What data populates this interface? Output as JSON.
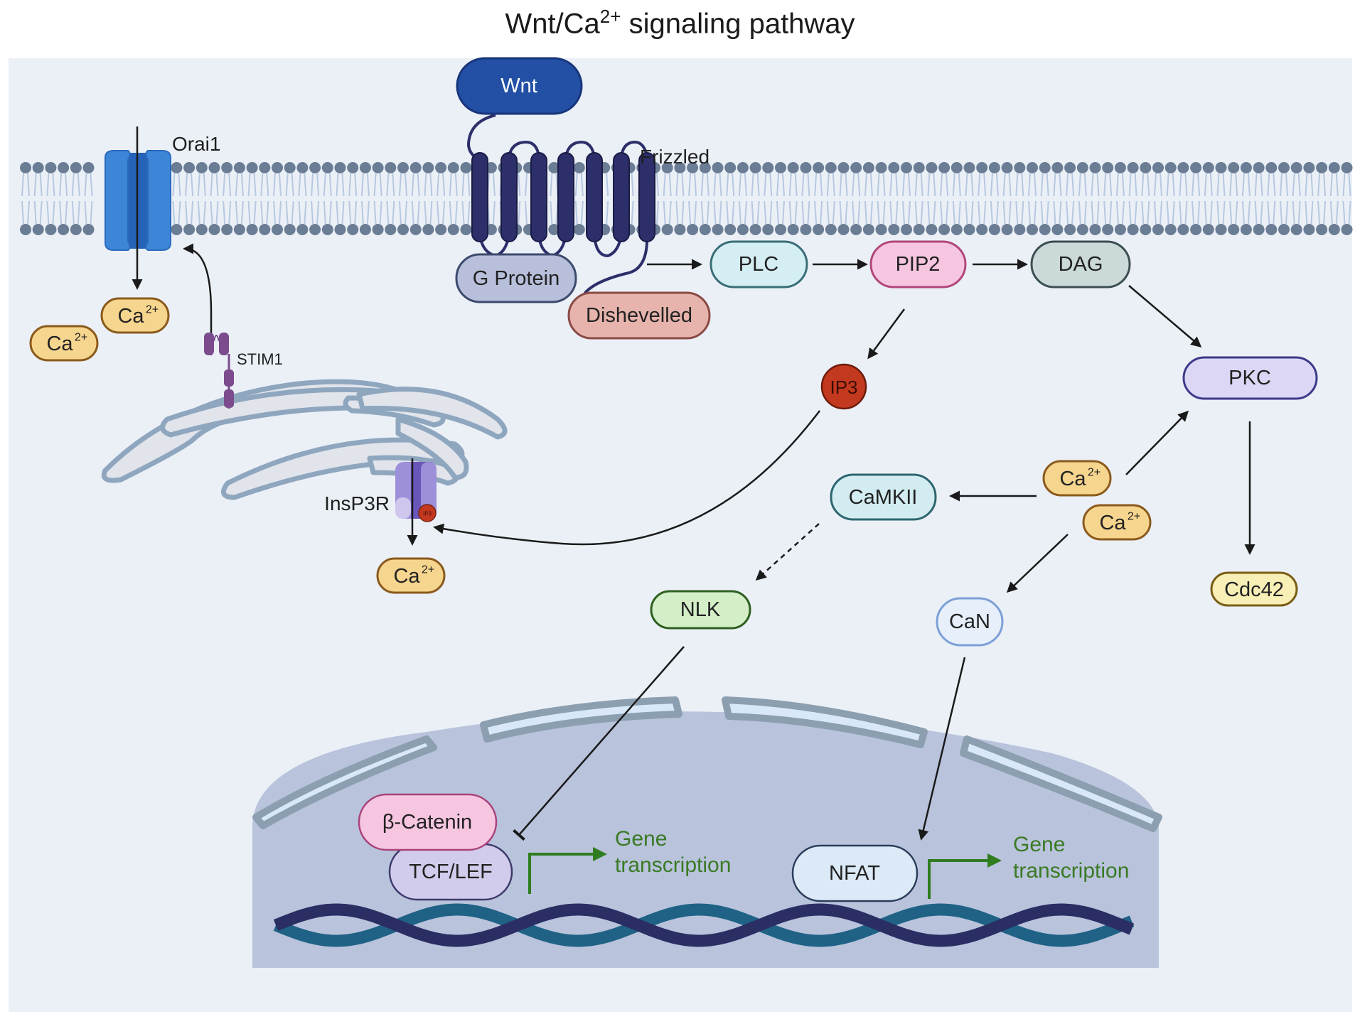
{
  "title": {
    "main": "Wnt/Ca",
    "sup": "2+",
    "rest": " signaling pathway"
  },
  "colors": {
    "background_panel": "#ebf0f7",
    "membrane_head": "#6b7d95",
    "membrane_tail": "#b7c8e0",
    "orai": "#3d85d6",
    "orai_dark": "#2563b8",
    "frizzled": "#2d2f6b",
    "wnt": "#2350a5",
    "stim1": "#7b4b8e",
    "er_fill": "#e1e4ea",
    "er_stroke": "#8fa6bf",
    "nucleus": "#b9c3dc",
    "envelope_fill": "#d8e8f8",
    "envelope_stroke": "#8c9fb0",
    "dna_a": "#2a2e63",
    "dna_b": "#1f6285",
    "gene_green": "#2f7d1f",
    "ip3": "#c3391f"
  },
  "labels": {
    "orai1": "Orai1",
    "frizzled": "Frizzled",
    "stim1": "STIM1",
    "insp3r": "InsP3R",
    "ip3_small": "IP3",
    "gene_line1": "Gene",
    "gene_line2": "transcription"
  },
  "nodes": {
    "wnt": "Wnt",
    "g_protein": "G Protein",
    "dishevelled": "Dishevelled",
    "plc": "PLC",
    "pip2": "PIP2",
    "dag": "DAG",
    "ip3": "IP3",
    "pkc": "PKC",
    "camkii": "CaMKII",
    "nlk": "NLK",
    "can": "CaN",
    "cdc42": "Cdc42",
    "beta_catenin": "β-Catenin",
    "tcf_lef": "TCF/LEF",
    "nfat": "NFAT",
    "ca": "Ca",
    "ca_sup": "2+"
  },
  "edges": [
    {
      "from": "frizzled",
      "to": "plc",
      "type": "activation"
    },
    {
      "from": "plc",
      "to": "pip2",
      "type": "activation"
    },
    {
      "from": "pip2",
      "to": "dag",
      "type": "activation"
    },
    {
      "from": "pip2",
      "to": "ip3",
      "type": "activation"
    },
    {
      "from": "dag",
      "to": "pkc",
      "type": "activation"
    },
    {
      "from": "ip3",
      "to": "insp3r",
      "type": "activation"
    },
    {
      "from": "insp3r",
      "to": "ca",
      "type": "release"
    },
    {
      "from": "stim1",
      "to": "orai1",
      "type": "activation"
    },
    {
      "from": "orai1",
      "to": "ca",
      "type": "influx"
    },
    {
      "from": "ca",
      "to": "pkc",
      "type": "activation"
    },
    {
      "from": "ca",
      "to": "camkii",
      "type": "activation"
    },
    {
      "from": "ca",
      "to": "can",
      "type": "activation"
    },
    {
      "from": "camkii",
      "to": "nlk",
      "type": "indirect"
    },
    {
      "from": "nlk",
      "to": "beta_catenin",
      "type": "inhibition"
    },
    {
      "from": "can",
      "to": "nfat",
      "type": "activation"
    },
    {
      "from": "pkc",
      "to": "cdc42",
      "type": "activation"
    }
  ]
}
